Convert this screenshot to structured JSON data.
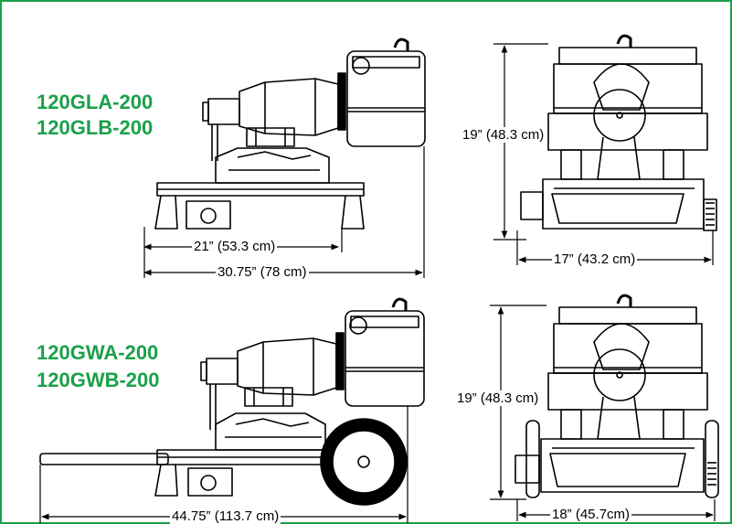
{
  "models": {
    "top": [
      "120GLA-200",
      "120GLB-200"
    ],
    "bottom": [
      "120GWA-200",
      "120GWB-200"
    ]
  },
  "dimensions": {
    "top_side_inner": "21” (53.3 cm)",
    "top_side_outer": "30.75” (78 cm)",
    "top_front_height": "19” (48.3 cm)",
    "top_front_width": "17” (43.2 cm)",
    "bottom_side_width": "44.75” (113.7 cm)",
    "bottom_front_height": "19” (48.3 cm)",
    "bottom_front_width": "18” (45.7cm)"
  },
  "colors": {
    "border": "#1aa04a",
    "model_text": "#1aa04a",
    "line": "#000000"
  }
}
